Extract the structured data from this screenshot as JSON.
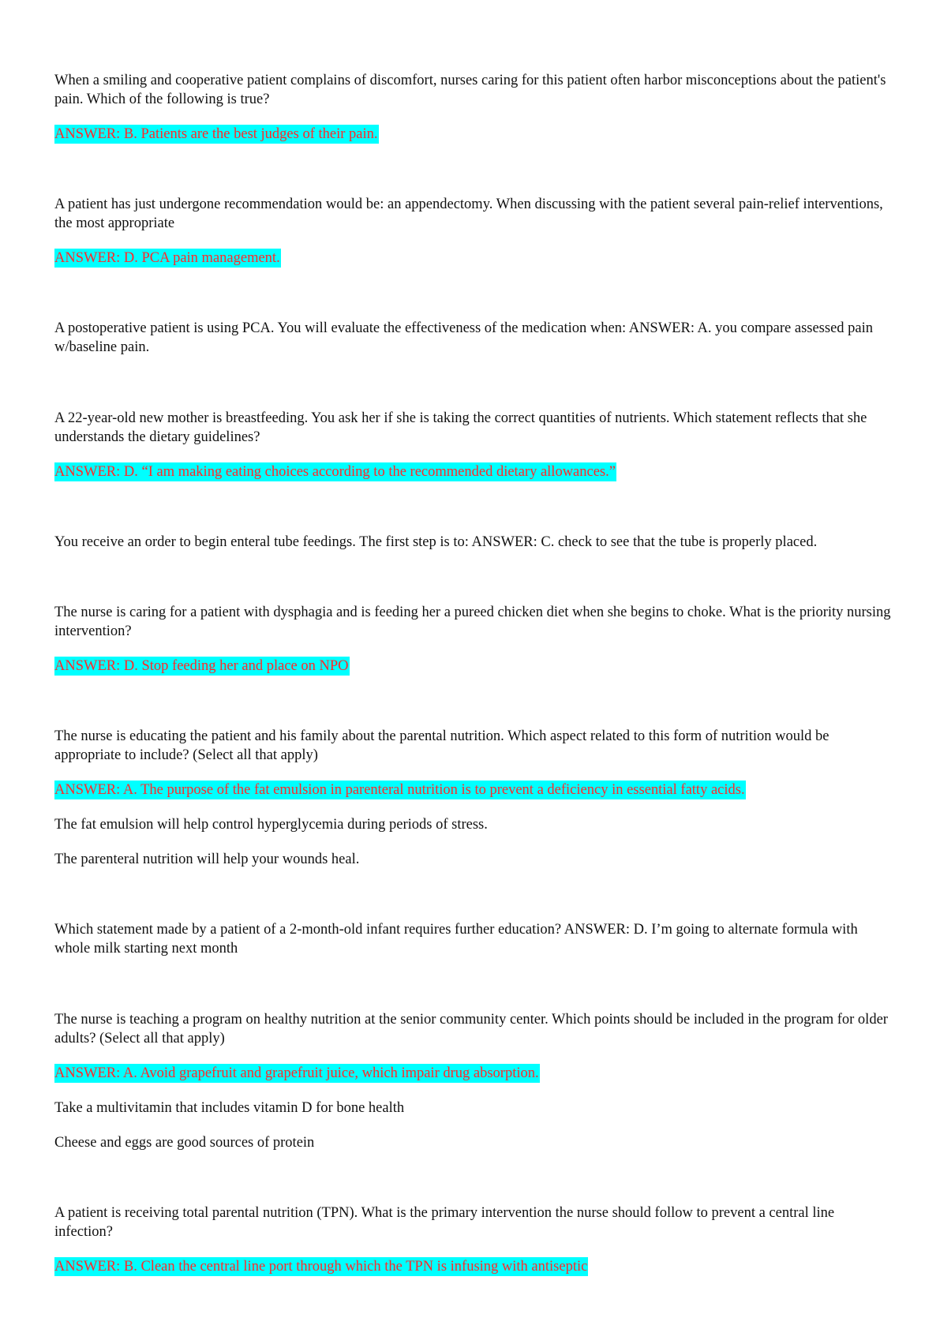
{
  "items": [
    {
      "question": "When a smiling and cooperative patient complains of discomfort, nurses caring for this patient often harbor misconceptions about the patient's pain. Which of the following is true?",
      "answer": "ANSWER: B. Patients are the best judges of their pain."
    },
    {
      "question": "A patient has just undergone recommendation would be: an appendectomy. When discussing with the patient several pain-relief interventions, the most appropriate",
      "answer": "ANSWER: D. PCA pain management."
    },
    {
      "question": "A postoperative patient is using PCA. You will evaluate the effectiveness of the medication when: ANSWER: A. you compare assessed pain w/baseline pain."
    },
    {
      "question": "A 22-year-old new mother is breastfeeding. You ask her if she is taking the correct quantities of nutrients. Which statement reflects that she understands the dietary guidelines?",
      "answer": "ANSWER: D. “I am making eating choices according to the recommended dietary allowances.”"
    },
    {
      "question": "You receive an order to begin enteral tube feedings. The first step is to: ANSWER: C. check to see that the tube is properly placed."
    },
    {
      "question": "The nurse is caring for a patient with dysphagia and is feeding her a pureed chicken diet when she begins to choke. What is the priority nursing intervention?",
      "answer": "ANSWER: D. Stop feeding her and place on NPO"
    },
    {
      "question": "The nurse is educating the patient and his family about the parental nutrition. Which aspect related to this form of nutrition would be appropriate to include? (Select all that apply)",
      "answer": "ANSWER: A. The purpose of the fat emulsion in parenteral nutrition is to prevent a deficiency in essential fatty acids.",
      "extra": [
        "The fat emulsion will help control hyperglycemia during periods of stress.",
        "The parenteral nutrition will help your wounds heal."
      ]
    },
    {
      "question": "Which statement made by a patient of a 2-month-old infant requires further education? ANSWER: D. I’m going to alternate formula with whole milk starting next month"
    },
    {
      "question": "The nurse is teaching a program on healthy nutrition at the senior community center. Which points should be included in the program for older adults? (Select all that apply)",
      "answer": "ANSWER: A. Avoid grapefruit and grapefruit juice, which impair drug absorption.",
      "extra": [
        "Take a multivitamin that includes vitamin D for bone health",
        "Cheese and eggs are good sources of protein"
      ]
    },
    {
      "question": "A patient is receiving total parental nutrition (TPN). What is the primary intervention the nurse should follow to prevent a central line infection?",
      "answer": "ANSWER: B. Clean the central line port through which the TPN is infusing with antiseptic"
    }
  ],
  "colors": {
    "answer_highlight": "#00ffff",
    "answer_text": "#ff2a2a",
    "body_text": "#111111"
  }
}
